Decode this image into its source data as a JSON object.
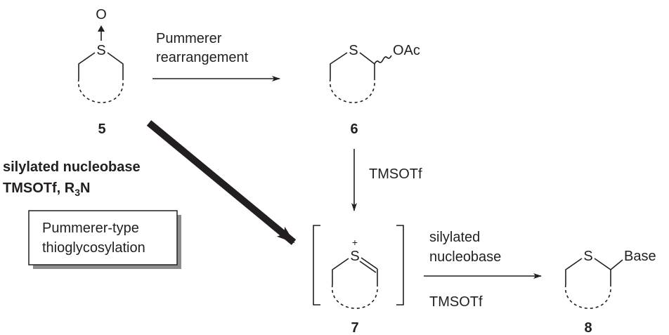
{
  "compounds": {
    "c5": {
      "label": "5",
      "oxygen": "O",
      "sulfur": "S"
    },
    "c6": {
      "label": "6",
      "sulfur": "S",
      "substituent": "OAc"
    },
    "c7": {
      "label": "7",
      "sulfur": "S",
      "charge": "+"
    },
    "c8": {
      "label": "8",
      "sulfur": "S",
      "substituent": "Base"
    }
  },
  "arrows": {
    "pummerer": {
      "line1": "Pummerer",
      "line2": "rearrangement"
    },
    "tmsotf_down": {
      "label": "TMSOTf"
    },
    "final": {
      "line1": "silylated",
      "line2": "nucleobase",
      "below": "TMSOTf"
    }
  },
  "direct_route": {
    "line1": "silylated nucleobase",
    "line2_main": "TMSOTf, R",
    "line2_sub": "3",
    "line2_end": "N",
    "box_line1": "Pummerer-type",
    "box_line2": "thioglycosylation"
  }
}
